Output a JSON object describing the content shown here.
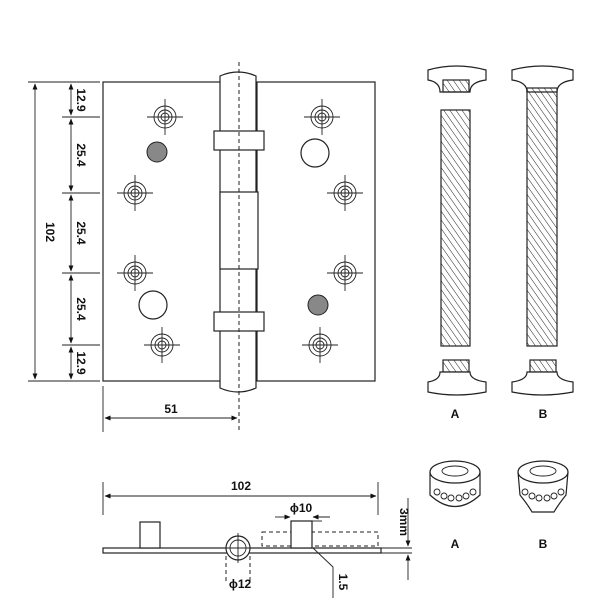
{
  "front_view": {
    "height_total": "102",
    "segments": [
      "12.9",
      "25.4",
      "25.4",
      "25.4",
      "12.9"
    ],
    "leaf_width": "51"
  },
  "screws": {
    "a_label": "A",
    "b_label": "B"
  },
  "nuts": {
    "a_label": "A",
    "b_label": "B"
  },
  "side_view": {
    "length": "102",
    "knuckle_diameter": "ϕ10",
    "pin_diameter": "ϕ12",
    "thickness_label": "3mm",
    "gap": "1.5"
  },
  "colors": {
    "filled_hole": "#888888",
    "line": "#222222"
  }
}
